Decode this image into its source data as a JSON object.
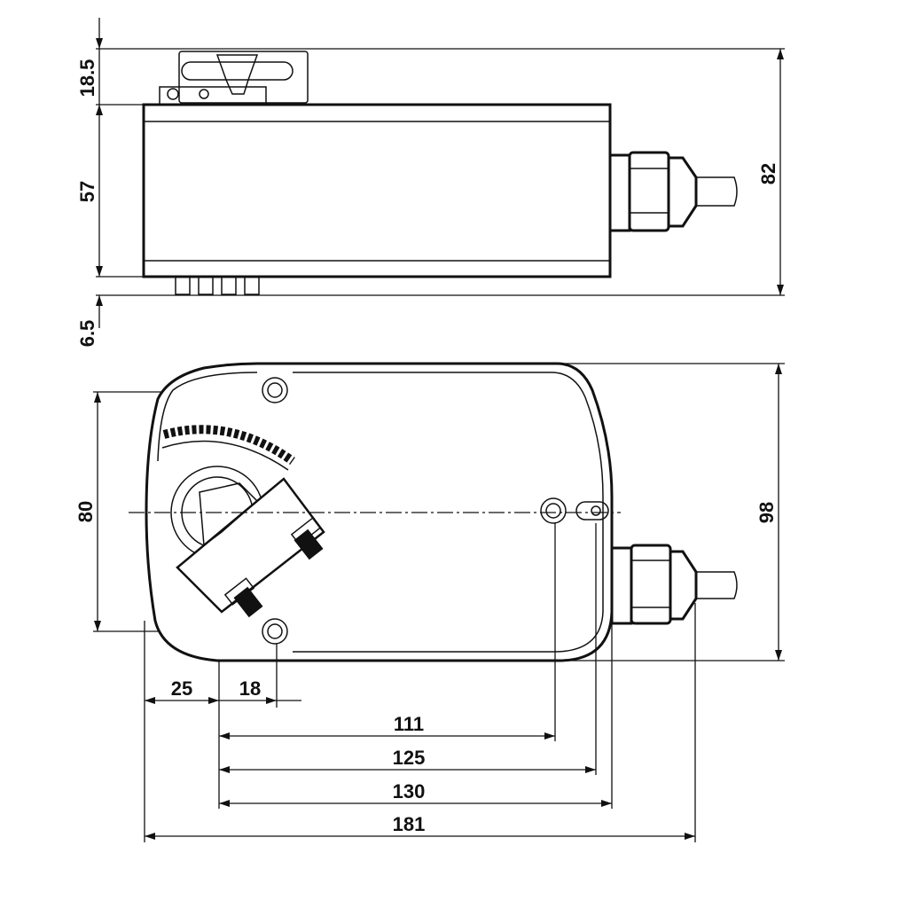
{
  "title": "Actuator dimension drawing",
  "top_view": {
    "dims": {
      "clip_height": "18.5",
      "body_height": "57",
      "pin_height": "6.5",
      "total_height": "82"
    }
  },
  "bottom_view": {
    "dims": {
      "hole_spacing": "80",
      "total_depth": "98",
      "edge_to_hole": "25",
      "hole_offset": "18",
      "to_rear_hole": "111",
      "to_gland_start": "125",
      "to_body_end": "130",
      "total_length": "181"
    }
  },
  "colors": {
    "line": "#111111",
    "background": "#ffffff"
  }
}
